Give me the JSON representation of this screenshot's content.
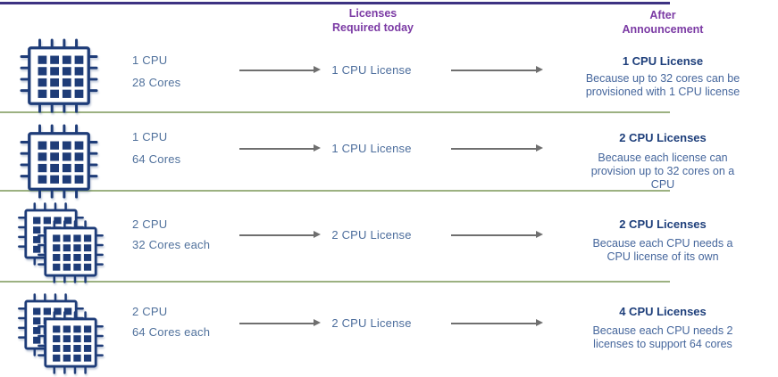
{
  "header": {
    "middle_col": {
      "line1": "Licenses",
      "line2": "Required today"
    },
    "right_col": {
      "line1": "After",
      "line2": "Announcement"
    }
  },
  "rows": [
    {
      "config": {
        "cpu": "1 CPU",
        "cores": "28 Cores"
      },
      "license_today": "1 CPU License",
      "after": {
        "title": "1 CPU License",
        "lines": [
          "Because up to 32 cores can be",
          "provisioned with 1 CPU license"
        ]
      }
    },
    {
      "config": {
        "cpu": "1 CPU",
        "cores": "64 Cores"
      },
      "license_today": "1 CPU License",
      "after": {
        "title": "2 CPU Licenses",
        "lines": [
          "Because each license can",
          "provision up to 32 cores on a",
          "CPU"
        ]
      }
    },
    {
      "config": {
        "cpu": "2 CPU",
        "cores": "32 Cores each"
      },
      "license_today": "2 CPU License",
      "after": {
        "title": "2 CPU Licenses",
        "lines": [
          "Because each CPU needs a",
          "CPU license of its own"
        ]
      }
    },
    {
      "config": {
        "cpu": "2 CPU",
        "cores": "64 Cores each"
      },
      "license_today": "2 CPU License",
      "after": {
        "title": "4 CPU Licenses",
        "lines": [
          "Because each CPU needs 2",
          "licenses to support 64 cores"
        ]
      }
    }
  ],
  "icons": {
    "cpu_chip": "cpu-chip-icon",
    "dual_cpu_chip": "dual-cpu-chip-icon",
    "arrow": "arrow-right-icon"
  },
  "colors": {
    "header_purple": "#7B3AA4",
    "chip_navy": "#1E3C78",
    "slate_blue": "#50719C",
    "result_navy": "#1E3F7B",
    "arrow_gray": "#6F6F6F",
    "divider_green": "#9CB181",
    "top_border": "#3D3382"
  }
}
